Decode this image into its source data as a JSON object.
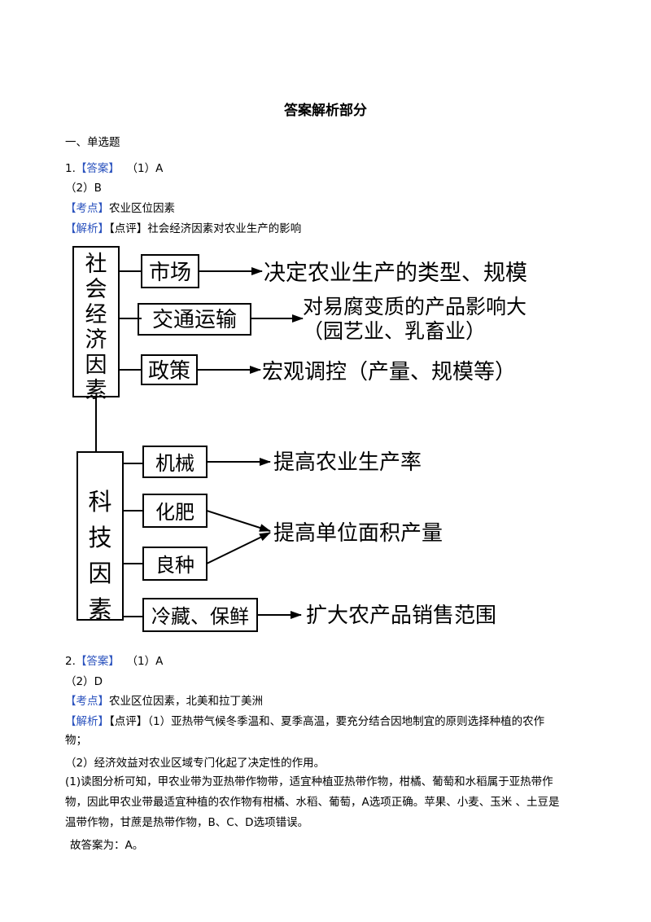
{
  "title": "答案解析部分",
  "section": "一、单选题",
  "q1": {
    "num": "1.",
    "answer_tag": "【答案】",
    "answer_1": "（1）A",
    "answer_2": "（2）B",
    "point_tag": "【考点】",
    "point_text": "农业区位因素",
    "analysis_tag": "【解析】",
    "comment_tag": "【点评】",
    "comment_text": "社会经济因素对农业生产的影响"
  },
  "diagram": {
    "social_box": "社会经济因素",
    "social_items": [
      {
        "box": "市场",
        "result": "决定农业生产的类型、规模"
      },
      {
        "box": "交通运输",
        "result_1": "对易腐变质的产品影响大",
        "result_2": "（园艺业、乳畜业）"
      },
      {
        "box": "政策",
        "result": "宏观调控（产量、规模等）"
      }
    ],
    "tech_box": "科技因素",
    "tech_items": [
      {
        "box": "机械",
        "result": "提高农业生产率"
      },
      {
        "box": "化肥"
      },
      {
        "box": "良种"
      },
      {
        "box": "冷藏、保鲜",
        "result": "扩大农产品销售范围"
      }
    ],
    "shared_result": "提高单位面积产量"
  },
  "q2": {
    "num": "2.",
    "answer_tag": "【答案】",
    "answer_1": "（1）A",
    "answer_2": "（2）D",
    "point_tag": "【考点】",
    "point_text": "农业区位因素，北美和拉丁美洲",
    "analysis_tag": "【解析】",
    "comment_tag": "【点评】",
    "comment_line1": "（1）亚热带气候冬季温和、夏季高温，要充分结合因地制宜的原则选择种植的农作",
    "comment_line2": "物；",
    "comment_line3": "（2）经济效益对农业区域专门化起了决定性的作用。",
    "para_line1": "(1)读图分析可知，甲农业带为亚热带作物带，适宜种植亚热带作物，柑橘、葡萄和水稻属于亚热带作",
    "para_line2": "物，因此甲农业带最适宜种植的农作物有柑橘、水稻、葡萄，A选项正确。苹果、小麦、玉米 、土豆是",
    "para_line3": "温带作物，甘蔗是热带作物，B、C、D选项错误。",
    "conclusion": "故答案为：A。"
  }
}
